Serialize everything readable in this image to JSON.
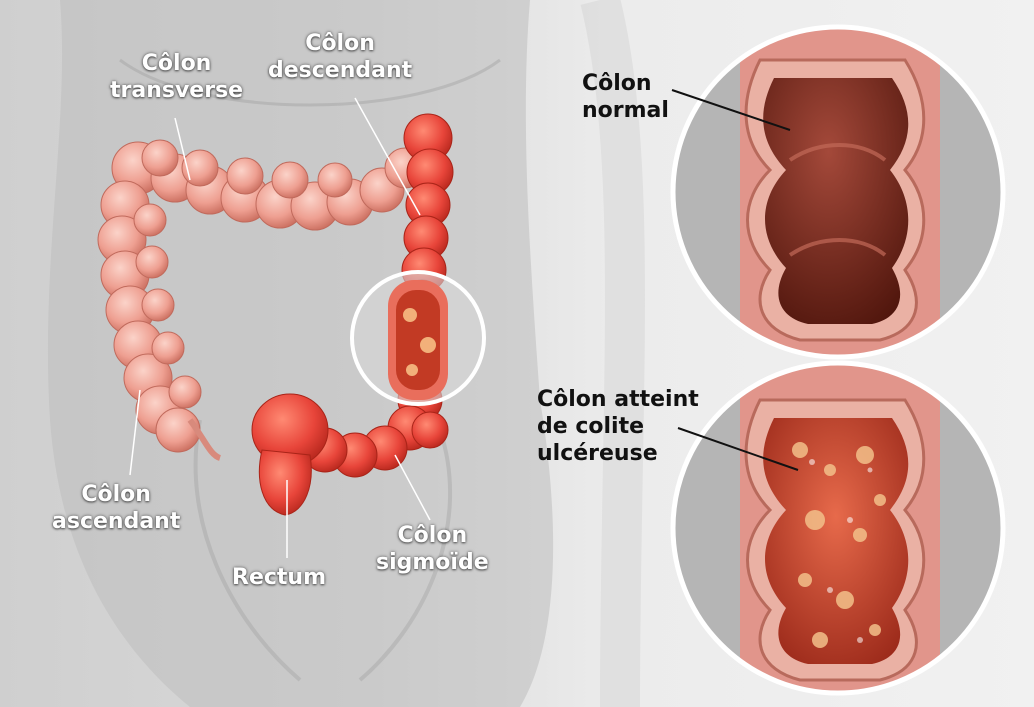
{
  "labels": {
    "transverse": [
      "Côlon",
      "transverse"
    ],
    "descending": [
      "Côlon",
      "descendant"
    ],
    "ascending": [
      "Côlon",
      "ascendant"
    ],
    "rectum": [
      "Rectum"
    ],
    "sigmoid": [
      "Côlon",
      "sigmoïde"
    ],
    "normal": [
      "Côlon",
      "normal"
    ],
    "uc": [
      "Côlon atteint",
      "de colite",
      "ulcéreuse"
    ]
  },
  "colors": {
    "transverse_colon": "#f0a79a",
    "descending_colon": "#e8453a",
    "rectum": "#e8352a",
    "normal_lumen": "#6e1e12",
    "inflamed_lumen": "#b8301e"
  }
}
